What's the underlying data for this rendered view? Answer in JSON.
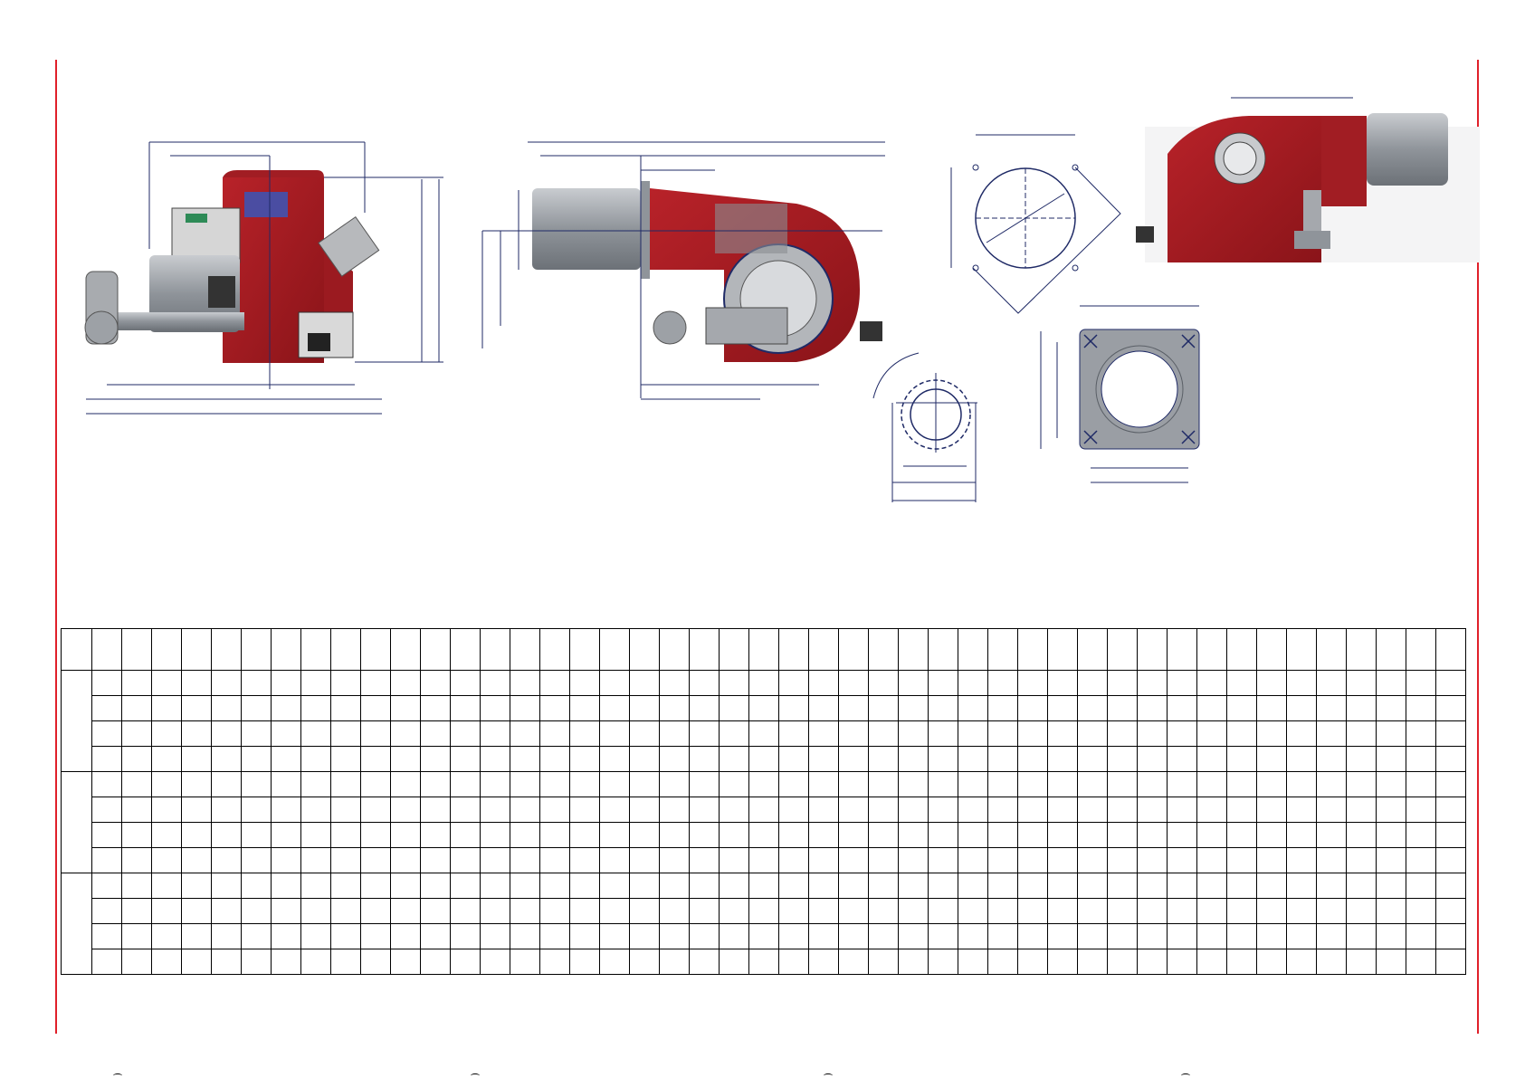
{
  "document": {
    "accent_color": "#e0202a",
    "burner_color": "#a11d23",
    "steel_color": "#9a9ea4",
    "dimension_line_color": "#1f2a66"
  },
  "views": [
    {
      "name": "front-view"
    },
    {
      "name": "side-view"
    },
    {
      "name": "flange-drilling-view"
    },
    {
      "name": "nozzle-view"
    },
    {
      "name": "mounting-plate-view"
    },
    {
      "name": "top-view"
    }
  ],
  "table": {
    "columns": 46,
    "groups": [
      {
        "label": "",
        "rows": 4
      },
      {
        "label": "",
        "rows": 4
      },
      {
        "label": "",
        "rows": 4
      }
    ]
  }
}
